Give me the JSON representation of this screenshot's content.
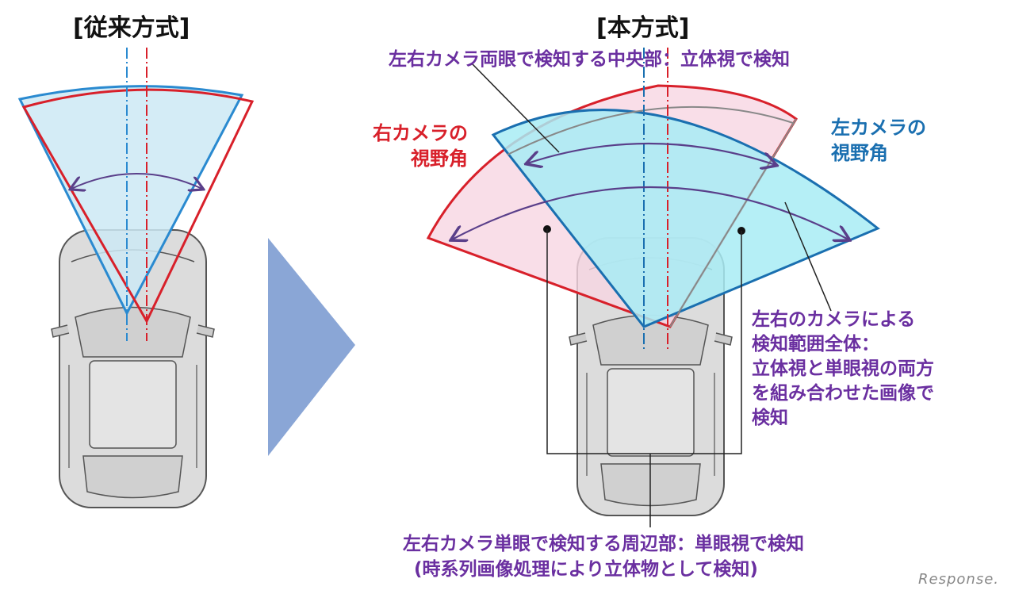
{
  "titles": {
    "conventional": "[従来方式]",
    "new": "[本方式]"
  },
  "labels": {
    "center_zone": "左右カメラ両眼で検知する中央部：立体視で検知",
    "right_camera_fov": [
      "右カメラの",
      "視野角"
    ],
    "left_camera_fov": [
      "左カメラの",
      "視野角"
    ],
    "whole_range": [
      "左右のカメラによる",
      "検知範囲全体：",
      "立体視と単眼視の両方",
      "を組み合わせた画像で",
      "検知"
    ],
    "periphery": [
      "左右カメラ単眼で検知する周辺部：単眼視で検知",
      "(時系列画像処理により立体物として検知)"
    ]
  },
  "watermark": "Response.",
  "colors": {
    "red": "#d8202a",
    "blue": "#1a6fb0",
    "purple": "#6a2fa0",
    "cyan_fill": "#a8ecf5",
    "pink_fill": "#f8d6e2",
    "arrow": "#8aa6d6"
  }
}
